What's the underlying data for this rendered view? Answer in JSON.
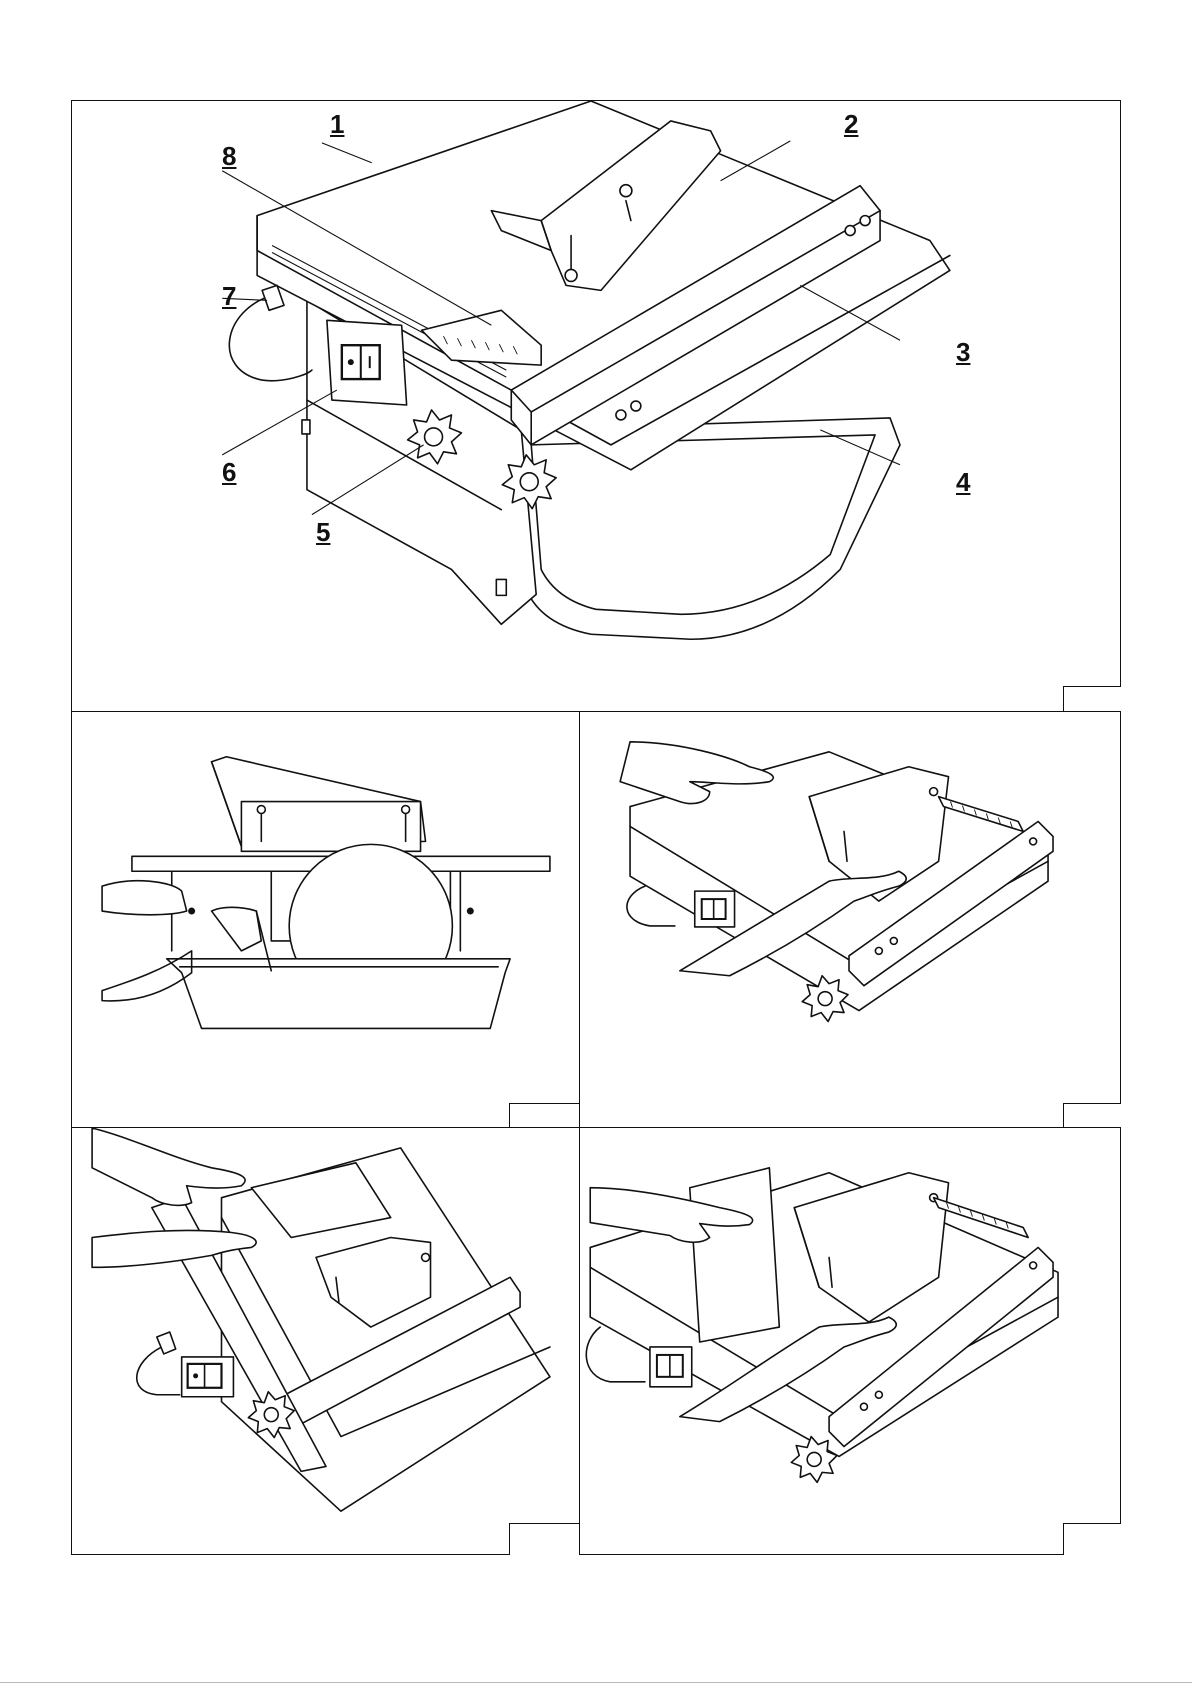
{
  "figure_1": {
    "callouts": [
      {
        "id": "1",
        "label": "1"
      },
      {
        "id": "2",
        "label": "2"
      },
      {
        "id": "3",
        "label": "3"
      },
      {
        "id": "4",
        "label": "4"
      },
      {
        "id": "5",
        "label": "5"
      },
      {
        "id": "6",
        "label": "6"
      },
      {
        "id": "7",
        "label": "7"
      },
      {
        "id": "8",
        "label": "8"
      }
    ]
  },
  "figure_labels": {
    "fig1": "",
    "fig2": "",
    "fig3": "",
    "fig4": "",
    "fig5": ""
  },
  "icons": {
    "power_switch": "rocker-switch-icon",
    "adjust_knob": "star-knob-icon"
  }
}
